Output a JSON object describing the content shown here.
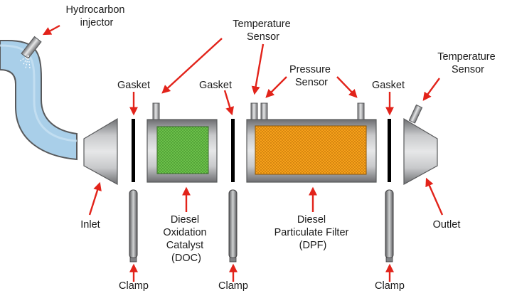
{
  "labels": {
    "hydrocarbon_injector": [
      "Hydrocarbon",
      "injector"
    ],
    "temperature_sensor_top": [
      "Temperature",
      "Sensor"
    ],
    "temperature_sensor_right": [
      "Temperature",
      "Sensor"
    ],
    "pressure_sensor": [
      "Pressure",
      "Sensor"
    ],
    "gasket_1": "Gasket",
    "gasket_2": "Gasket",
    "gasket_3": "Gasket",
    "inlet": "Inlet",
    "outlet": "Outlet",
    "doc": [
      "Diesel",
      "Oxidation",
      "Catalyst",
      "(DOC)"
    ],
    "dpf": [
      "Diesel",
      "Particulate Filter",
      "(DPF)"
    ],
    "clamp_1": "Clamp",
    "clamp_2": "Clamp",
    "clamp_3": "Clamp"
  },
  "colors": {
    "arrow": "#e2231a",
    "pipe_fill": "#a9cfe9",
    "doc_fill": "#6cc04a",
    "dpf_fill": "#f7a21b",
    "metal": "#a7a9ac"
  }
}
